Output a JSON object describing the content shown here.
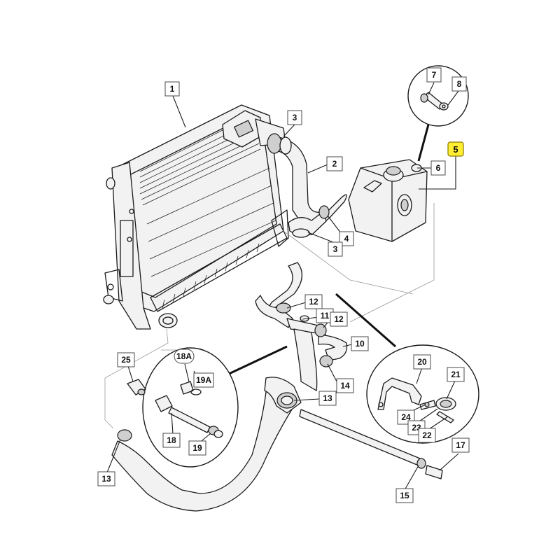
{
  "callouts": {
    "c1": "1",
    "c2": "2",
    "c3a": "3",
    "c3b": "3",
    "c4": "4",
    "c5": "5",
    "c6": "6",
    "c7": "7",
    "c8": "8",
    "c10": "10",
    "c11": "11",
    "c12a": "12",
    "c12b": "12",
    "c13a": "13",
    "c13b": "13",
    "c14": "14",
    "c15": "15",
    "c17": "17",
    "c18": "18",
    "c18A": "18A",
    "c19": "19",
    "c19A": "19A",
    "c20": "20",
    "c21": "21",
    "c22": "22",
    "c23": "23",
    "c24": "24",
    "c25": "25"
  },
  "highlight": {
    "callout": "5",
    "color": "#ffee33"
  }
}
